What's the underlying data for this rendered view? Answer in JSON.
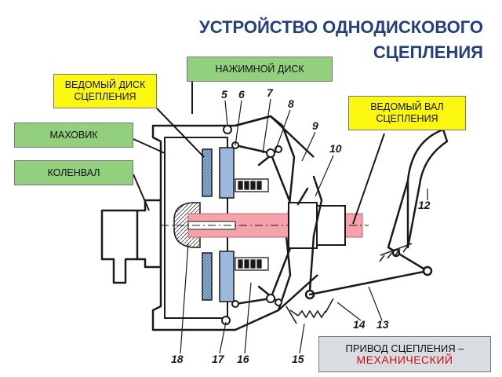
{
  "title": {
    "line1": "УСТРОЙСТВО ОДНОДИСКОВОГО",
    "line2": "СЦЕПЛЕНИЯ"
  },
  "labels": {
    "pressure_plate": "НАЖИМНОЙ ДИСК",
    "driven_disc_line1": "ВЕДОМЫЙ ДИСК",
    "driven_disc_line2": "СЦЕПЛЕНИЯ",
    "driven_shaft_line1": "ВЕДОМЫЙ ВАЛ",
    "driven_shaft_line2": "СЦЕПЛЕНИЯ",
    "flywheel": "МАХОВИК",
    "crankshaft": "КОЛЕНВАЛ",
    "drive_line1": "ПРИВОД СЦЕПЛЕНИЯ –",
    "drive_line2": "МЕХАНИЧЕСКИЙ"
  },
  "part_numbers": [
    "5",
    "6",
    "7",
    "8",
    "9",
    "10",
    "12",
    "13",
    "14",
    "15",
    "16",
    "17",
    "18"
  ],
  "colors": {
    "title": "#243f7a",
    "label_green": "#93d07e",
    "label_yellow": "#fbf70f",
    "label_gray": "#d9dde1",
    "accent_red": "#c80e0e",
    "shaft_pink": "#f4a3aa",
    "disc_blue": "#8fb4d9",
    "line": "#1a1a1a"
  }
}
